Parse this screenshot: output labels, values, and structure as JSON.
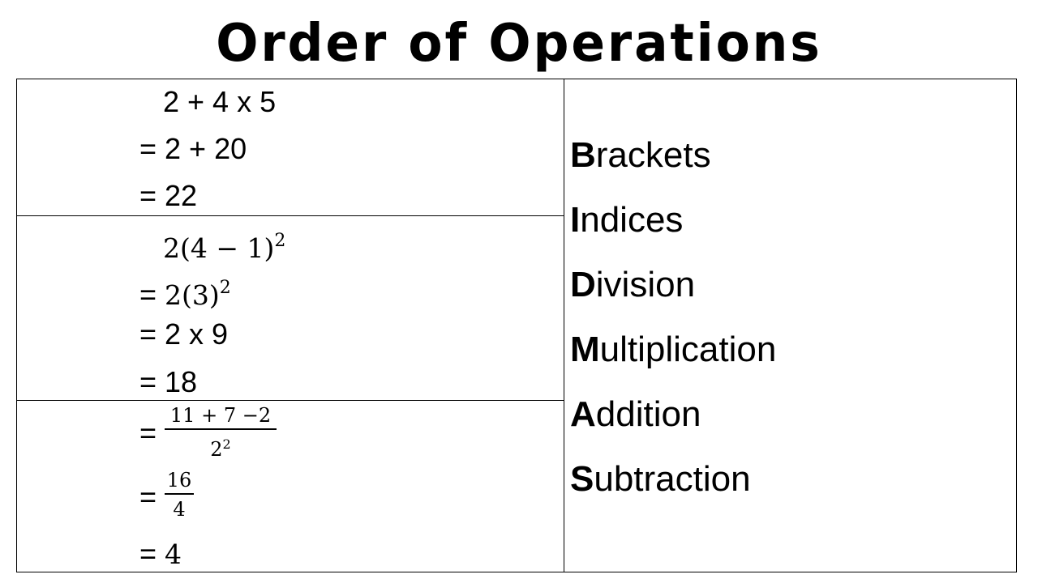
{
  "title": "Order of Operations",
  "example1": {
    "line1": "2 + 4 x 5",
    "line2": "= 2 + 20",
    "line3": "= 22"
  },
  "example2": {
    "line1_base": "2(4  − 1)",
    "line1_exp": "2",
    "line2_eq": "= ",
    "line2_base": "2(3)",
    "line2_exp": "2",
    "line3": "= 2 x 9",
    "line4": "= 18"
  },
  "example3": {
    "eq": "=",
    "frac1_num": "11 + 7 −2",
    "frac1_den_base": "2",
    "frac1_den_exp": "2",
    "frac2_num": "16",
    "frac2_den": "4",
    "result_eq": "= ",
    "result_val": "4"
  },
  "bidmas": [
    {
      "initial": "B",
      "rest": "rackets"
    },
    {
      "initial": "I",
      "rest": "ndices"
    },
    {
      "initial": "D",
      "rest": "ivision"
    },
    {
      "initial": "M",
      "rest": "ultiplication"
    },
    {
      "initial": "A",
      "rest": "ddition"
    },
    {
      "initial": "S",
      "rest": "ubtraction"
    }
  ]
}
